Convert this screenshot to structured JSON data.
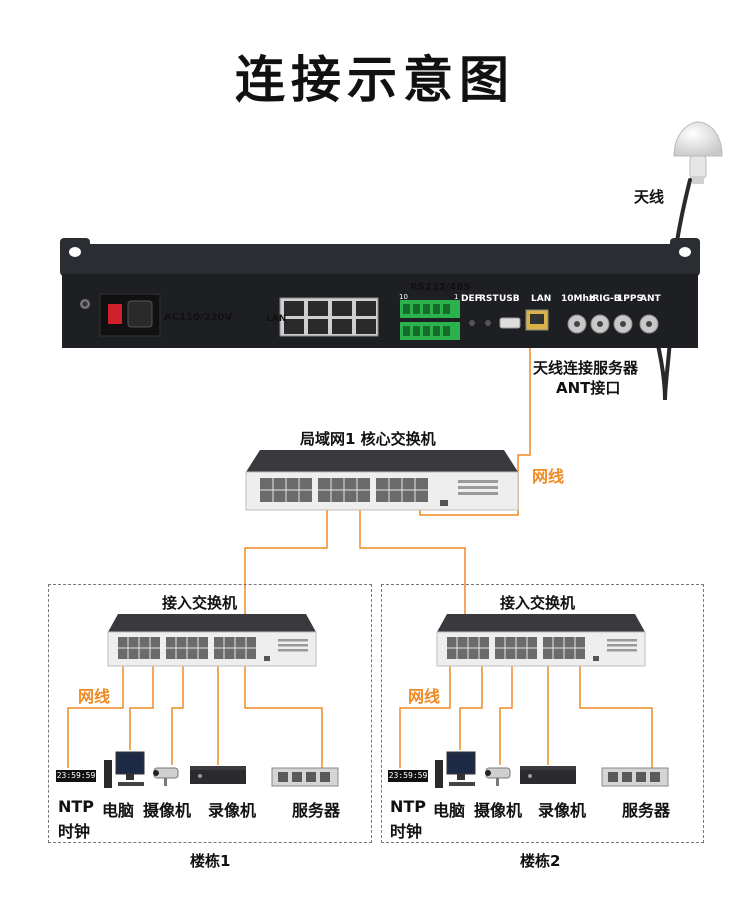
{
  "title": "连接示意图",
  "antenna": {
    "label": "天线"
  },
  "server_panel": {
    "power_label": "AC110/220V",
    "lan_group_label": "LAN",
    "serial_label": "RS232/485",
    "serial_pin_left": "10",
    "serial_pin_right": "1",
    "def_label": "DEF",
    "rst_label": "RST",
    "usb_label": "USB",
    "lan_label": "LAN",
    "tenmhz_label": "10Mhz",
    "irigb_label": "IRIG-B",
    "pps_label": "1PPS",
    "ant_label": "ANT"
  },
  "antenna_note": {
    "line1": "天线连接服务器",
    "line2": "ANT接口"
  },
  "core_switch": {
    "label": "局域网1 核心交换机"
  },
  "cable_label": "网线",
  "buildings": [
    {
      "name": "楼栋1",
      "switch_label": "接入交换机",
      "cable_label": "网线",
      "clock_display": "23:59:59",
      "devices": {
        "ntp_line1": "NTP",
        "ntp_line2": "时钟",
        "pc": "电脑",
        "camera": "摄像机",
        "recorder": "录像机",
        "server": "服务器"
      }
    },
    {
      "name": "楼栋2",
      "switch_label": "接入交换机",
      "cable_label": "网线",
      "clock_display": "23:59:59",
      "devices": {
        "ntp_line1": "NTP",
        "ntp_line2": "时钟",
        "pc": "电脑",
        "camera": "摄像机",
        "recorder": "录像机",
        "server": "服务器"
      }
    }
  ],
  "colors": {
    "cable": "#f08a24",
    "chassis": "#1f2226",
    "port_green": "#2bb24c"
  }
}
